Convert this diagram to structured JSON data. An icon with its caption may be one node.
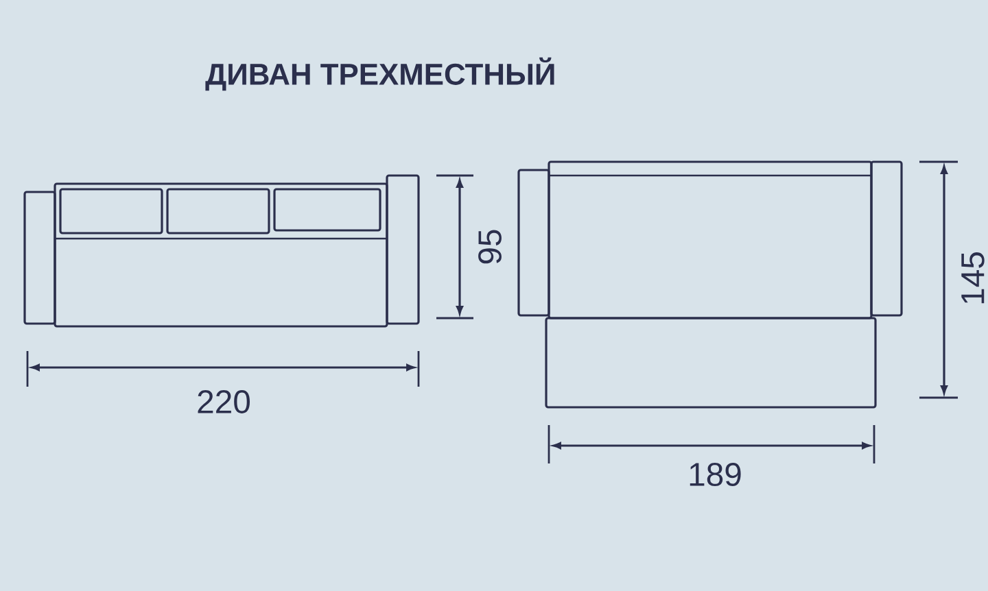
{
  "diagram": {
    "title": "ДИВАН ТРЕХМЕСТНЫЙ",
    "labels": [
      "95",
      "220",
      "145",
      "189"
    ]
  }
}
